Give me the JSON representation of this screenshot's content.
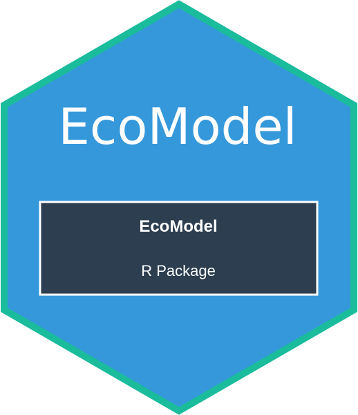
{
  "sticker": {
    "title": "EcoModel",
    "colors": {
      "fill": "#3498db",
      "border": "#1abc9c",
      "panel": "#2c3e50",
      "panel_border": "#ffffff",
      "text": "#ffffff"
    },
    "panel": {
      "title": "EcoModel",
      "subtitle": "R Package"
    }
  }
}
